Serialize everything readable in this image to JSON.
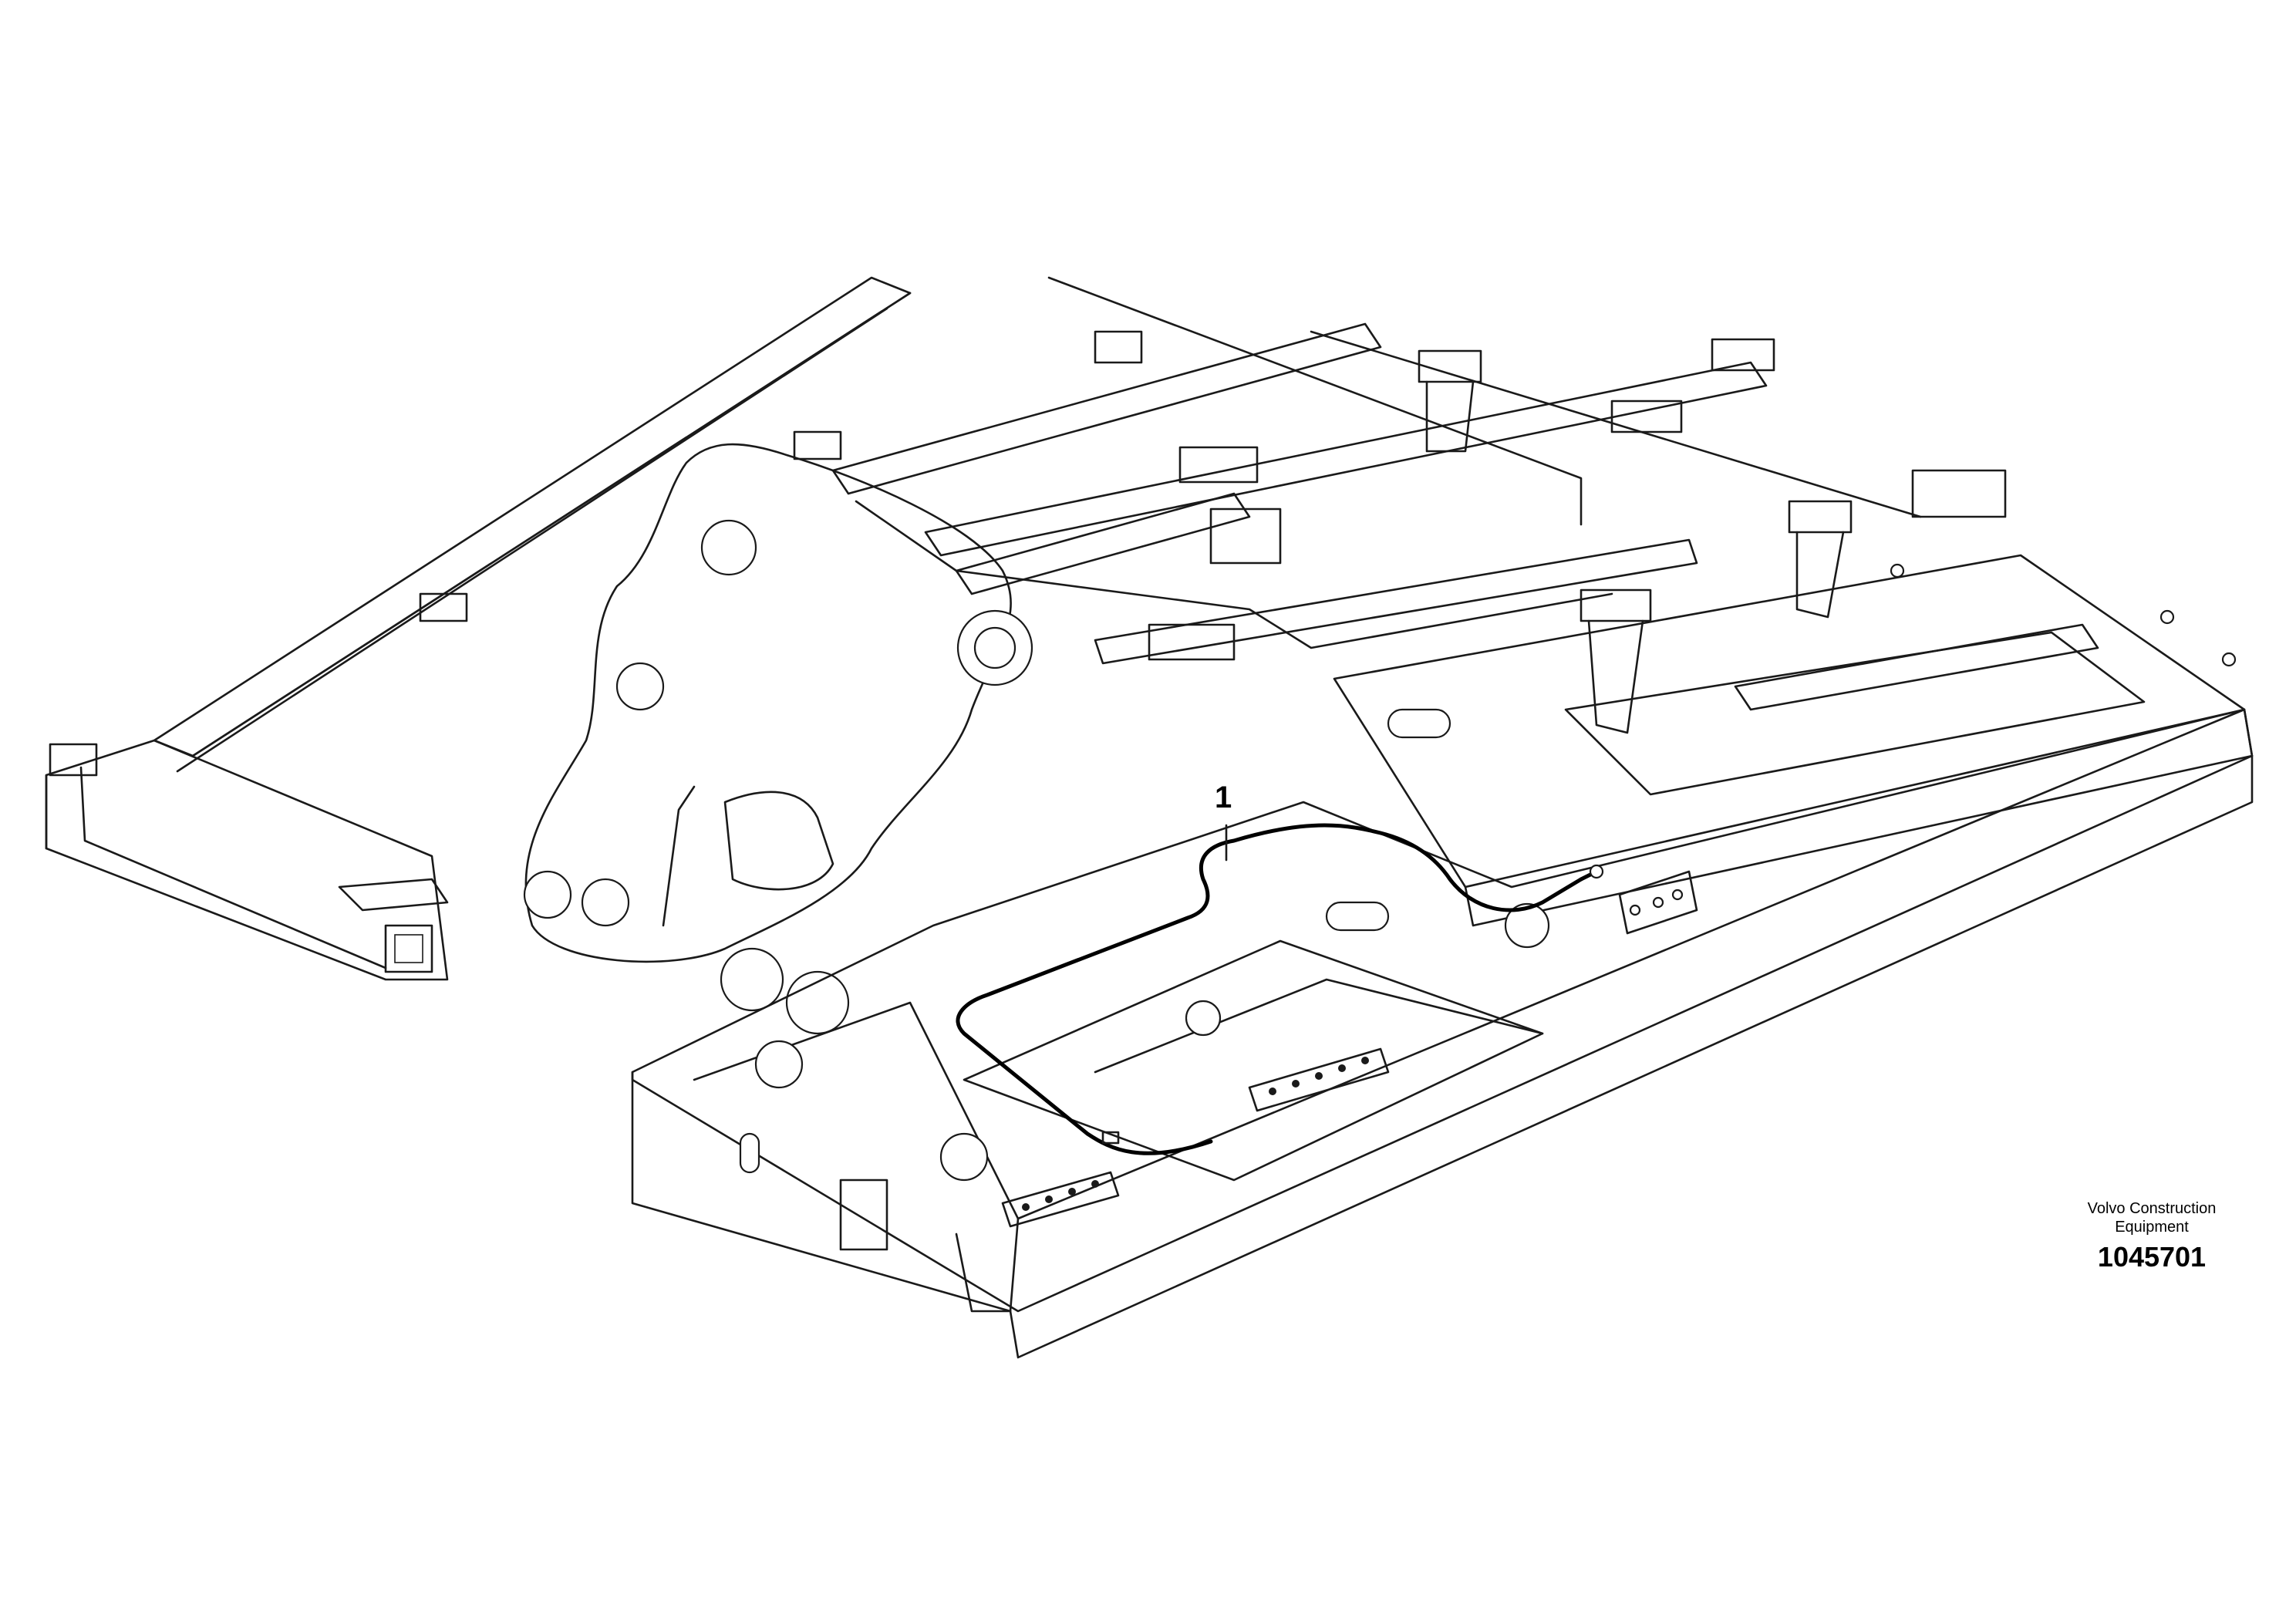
{
  "callouts": [
    {
      "label": "1",
      "part": "wiring-harness"
    }
  ],
  "credit": {
    "brand_line_1": "Volvo Construction",
    "brand_line_2": "Equipment",
    "drawing_number": "1045701"
  }
}
